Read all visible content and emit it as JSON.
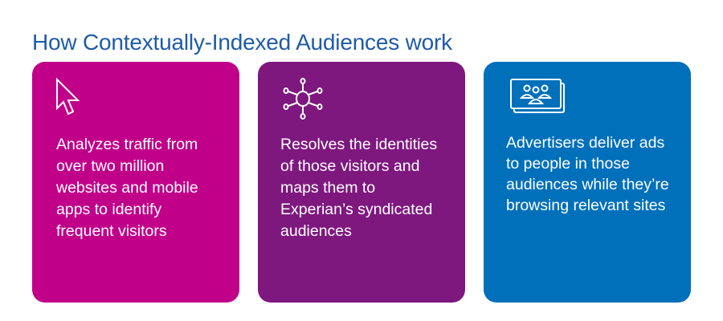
{
  "title": "How Contextually-Indexed Audiences work",
  "cards": [
    {
      "icon": "cursor-icon",
      "color": "#c1008a",
      "text": "Analyzes traffic from over two million websites and mobile apps to identify frequent visitors"
    },
    {
      "icon": "network-hub-icon",
      "color": "#7e187f",
      "text": "Resolves the identities of those visitors and maps them to Experian’s syndicated audiences"
    },
    {
      "icon": "audience-group-icon",
      "color": "#0070bb",
      "text": "Advertisers deliver ads to people in those audiences while they’re browsing relevant sites"
    }
  ]
}
